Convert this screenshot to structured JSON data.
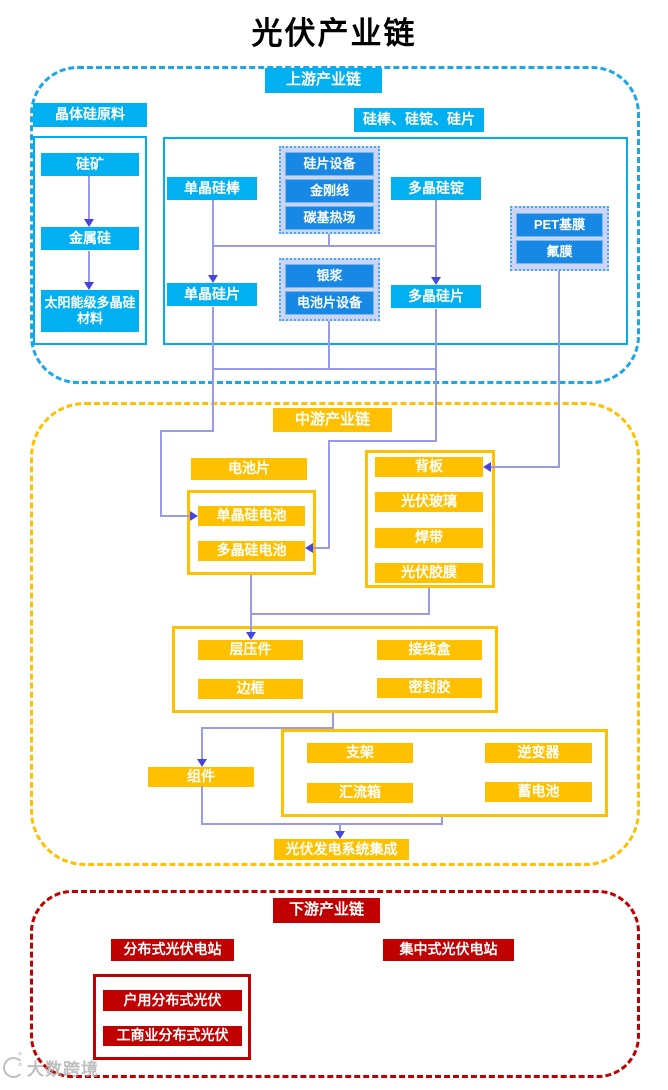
{
  "title": "光伏产业链",
  "watermark": "大数跨境",
  "colors": {
    "cyan": "#00B0F0",
    "inner_blue": "#1789E4",
    "group_fill": "#CBD4F4",
    "orange": "#FFC000",
    "dark_red": "#C00000",
    "connector_line": "#9A9AEA",
    "arrow_head": "#4646DC",
    "title_text": "#000000"
  },
  "upstream": {
    "label": "上游产业链",
    "raw_label": "晶体硅原料",
    "raw_chain": [
      "硅矿",
      "金属硅",
      "太阳能级多晶硅材料"
    ],
    "wafer_label": "硅棒、硅锭、硅片",
    "mono_rod": "单晶硅棒",
    "poly_ingot": "多晶硅锭",
    "wafer_equipment": [
      "硅片设备",
      "金刚线",
      "碳基热场"
    ],
    "mono_wafer": "单晶硅片",
    "poly_wafer": "多晶硅片",
    "cell_inputs": [
      "银浆",
      "电池片设备"
    ],
    "film_materials": [
      "PET基膜",
      "氟膜"
    ]
  },
  "midstream": {
    "label": "中游产业链",
    "cell_label": "电池片",
    "cells": [
      "单晶硅电池",
      "多晶硅电池"
    ],
    "module_materials": [
      "背板",
      "光伏玻璃",
      "焊带",
      "光伏胶膜"
    ],
    "module_parts": [
      "层压件",
      "接线盒",
      "边框",
      "密封胶"
    ],
    "module": "组件",
    "bos": [
      "支架",
      "逆变器",
      "汇流箱",
      "蓄电池"
    ],
    "integration": "光伏发电系统集成"
  },
  "downstream": {
    "label": "下游产业链",
    "distributed": "分布式光伏电站",
    "centralized": "集中式光伏电站",
    "distributed_types": [
      "户用分布式光伏",
      "工商业分布式光伏"
    ]
  }
}
